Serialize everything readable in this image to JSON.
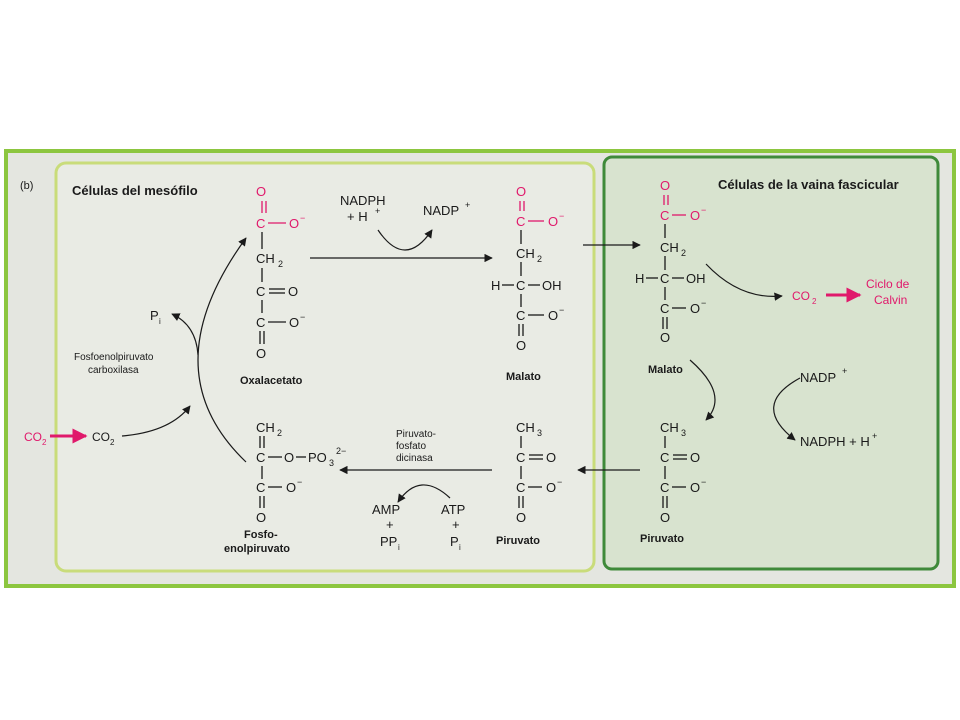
{
  "panel_letter": "(b)",
  "mesophyll": {
    "title": "Células del mesófilo",
    "oxaloacetate": {
      "name": "Oxalacetato",
      "o_top": "O",
      "c1": "C",
      "o_minus": "O",
      "ch2": "CH",
      "sub2": "2",
      "c2": "C",
      "eq_o": "O",
      "c3": "C",
      "o_minus2": "O",
      "o_bottom": "O"
    },
    "malate": {
      "name": "Malato",
      "o_top": "O",
      "c1": "C",
      "o_minus": "O",
      "ch2": "CH",
      "sub2": "2",
      "h": "H",
      "c2": "C",
      "oh": "OH",
      "c3": "C",
      "o_minus2": "O",
      "o_bottom": "O"
    },
    "nadph": "NADPH",
    "h_plus": "+ H",
    "nadp_plus": "NADP",
    "pi": "P",
    "pi_sub": "i",
    "enzyme_line1": "Fosfoenolpiruvato",
    "enzyme_line2": "carboxilasa",
    "co2_in": "CO",
    "co2_in2": "CO",
    "pep": {
      "name_line1": "Fosfo-",
      "name_line2": "enolpiruvato",
      "ch2": "CH",
      "sub2": "2",
      "c1": "C",
      "o": "O",
      "po3": "PO",
      "po3_sub": "3",
      "po3_charge": "2−",
      "c2": "C",
      "o_minus": "O",
      "o_bottom": "O"
    },
    "pyruvate": {
      "name": "Piruvato",
      "ch3": "CH",
      "sub3": "3",
      "c1": "C",
      "eq_o": "O",
      "c2": "C",
      "o_minus": "O",
      "o_bottom": "O"
    },
    "ppdk_line1": "Piruvato-",
    "ppdk_line2": "fosfato",
    "ppdk_line3": "dicinasa",
    "amp": "AMP",
    "plus1": "+",
    "ppi": "PP",
    "ppi_sub": "i",
    "atp": "ATP",
    "plus2": "+",
    "pi2": "P",
    "pi2_sub": "i"
  },
  "bundle_sheath": {
    "title": "Células de la vaina fascicular",
    "malate": {
      "name": "Malato",
      "o_top": "O",
      "c1": "C",
      "o_minus": "O",
      "ch2": "CH",
      "sub2": "2",
      "h": "H",
      "c2": "C",
      "oh": "OH",
      "c3": "C",
      "o_minus2": "O",
      "o_bottom": "O"
    },
    "co2_out": "CO",
    "calvin_line1": "Ciclo de",
    "calvin_line2": "Calvin",
    "nadp_plus": "NADP",
    "nadph_h": "NADPH + H",
    "pyruvate": {
      "name": "Piruvato",
      "ch3": "CH",
      "sub3": "3",
      "c1": "C",
      "eq_o": "O",
      "c2": "C",
      "o_minus": "O",
      "o_bottom": "O"
    }
  },
  "colors": {
    "outer_frame": "#8cc63f",
    "mesophyll_border": "#c9dc7a",
    "sheath_border": "#3f8a3a",
    "sheath_fill": "#d8e3cf",
    "mesophyll_fill": "#e9ebe4",
    "page_fill": "#e4e6e0",
    "magenta": "#e0196b",
    "ink": "#1a1a1a"
  }
}
